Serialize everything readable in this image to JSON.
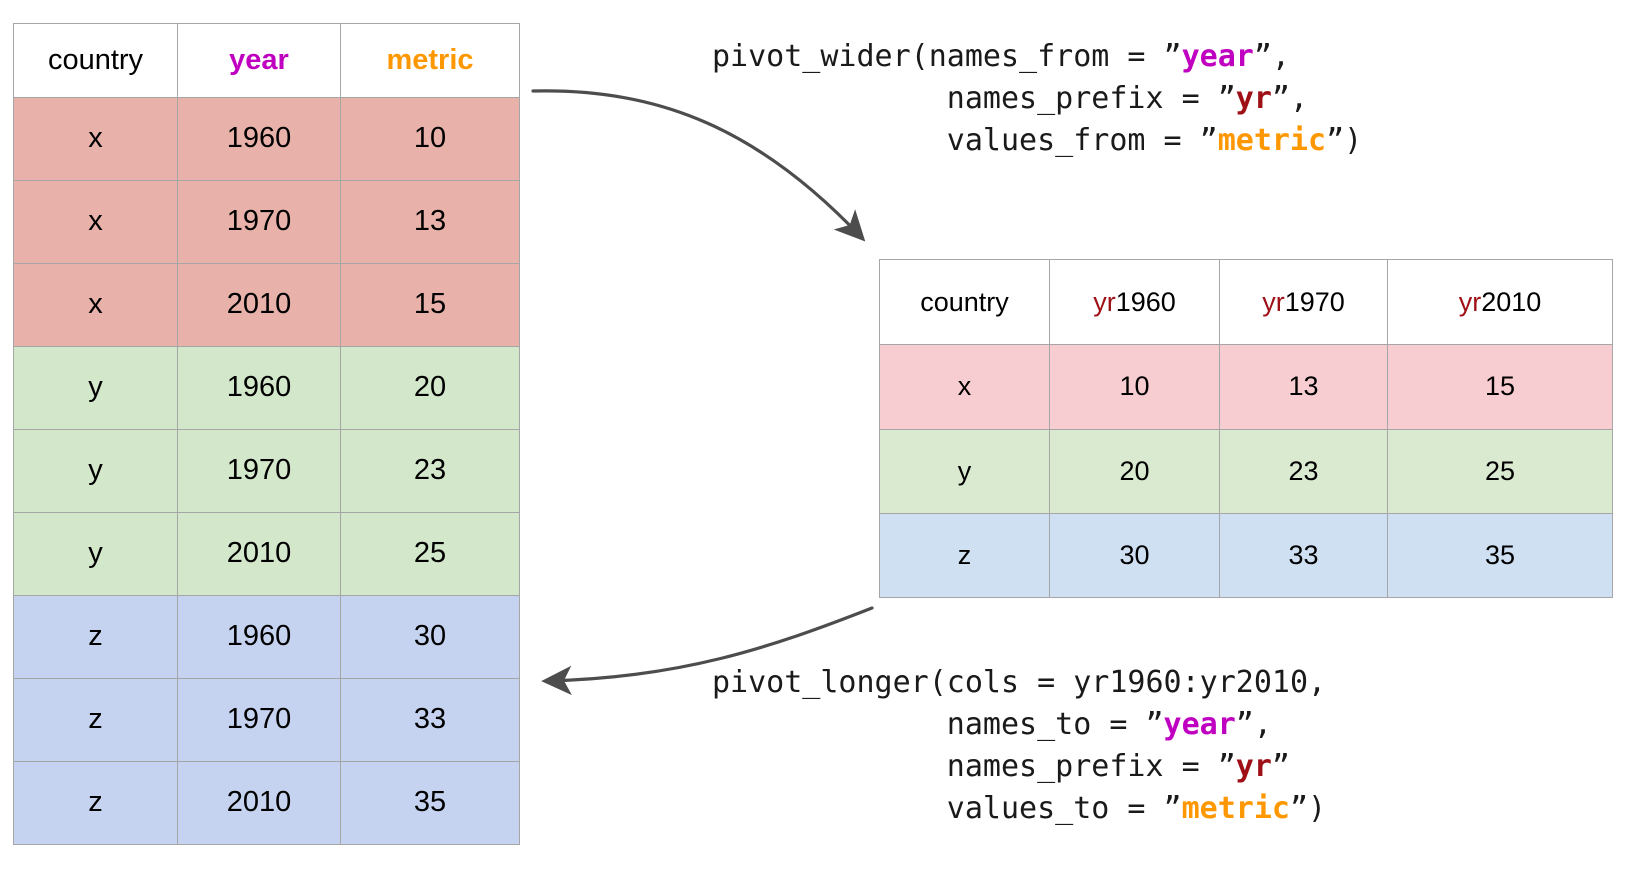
{
  "long_table": {
    "name": "long-format-table",
    "columns": [
      {
        "label": "country",
        "style": "plain"
      },
      {
        "label": "year",
        "style": "year"
      },
      {
        "label": "metric",
        "style": "metric"
      }
    ],
    "rows": [
      {
        "group": "x",
        "country": "x",
        "year": "1960",
        "metric": "10"
      },
      {
        "group": "x",
        "country": "x",
        "year": "1970",
        "metric": "13"
      },
      {
        "group": "x",
        "country": "x",
        "year": "2010",
        "metric": "15"
      },
      {
        "group": "y",
        "country": "y",
        "year": "1960",
        "metric": "20"
      },
      {
        "group": "y",
        "country": "y",
        "year": "1970",
        "metric": "23"
      },
      {
        "group": "y",
        "country": "y",
        "year": "2010",
        "metric": "25"
      },
      {
        "group": "z",
        "country": "z",
        "year": "1960",
        "metric": "30"
      },
      {
        "group": "z",
        "country": "z",
        "year": "1970",
        "metric": "33"
      },
      {
        "group": "z",
        "country": "z",
        "year": "2010",
        "metric": "35"
      }
    ]
  },
  "wide_table": {
    "name": "wide-format-table",
    "columns": [
      {
        "prefix": "",
        "label": "country"
      },
      {
        "prefix": "yr",
        "label": "1960"
      },
      {
        "prefix": "yr",
        "label": "1970"
      },
      {
        "prefix": "yr",
        "label": "2010"
      }
    ],
    "rows": [
      {
        "group": "x",
        "country": "x",
        "yr1960": "10",
        "yr1970": "13",
        "yr2010": "15"
      },
      {
        "group": "y",
        "country": "y",
        "yr1960": "20",
        "yr1970": "23",
        "yr2010": "25"
      },
      {
        "group": "z",
        "country": "z",
        "yr1960": "30",
        "yr1970": "33",
        "yr2010": "35"
      }
    ]
  },
  "code_pivot_wider": {
    "name": "pivot-wider-code",
    "l1_pre": "pivot_wider(names_from = ",
    "l1_str": "year",
    "l1_post": ",",
    "l2_pre": "             names_prefix = ",
    "l2_str": "yr",
    "l2_post": ",",
    "l3_pre": "             values_from = ",
    "l3_str": "metric",
    "l3_post": ")",
    "quote_open": "”",
    "quote_close": "”"
  },
  "code_pivot_longer": {
    "name": "pivot-longer-code",
    "l1_pre": "pivot_longer(cols = yr1960:yr2010,",
    "l2_pre": "             names_to = ",
    "l2_str": "year",
    "l2_post": ",",
    "l3_pre": "             names_prefix = ",
    "l3_str": "yr",
    "l3_post": "",
    "l4_pre": "             values_to = ",
    "l4_str": "metric",
    "l4_post": ")",
    "quote_open": "”",
    "quote_close": "”"
  },
  "arrows": {
    "top": {
      "name": "pivot-wider-arrow",
      "direction": "left-to-right"
    },
    "bottom": {
      "name": "pivot-longer-arrow",
      "direction": "right-to-left"
    }
  },
  "colors": {
    "group_x_long": "#e8b2aa",
    "group_y_long": "#d3e7cb",
    "group_z_long": "#c5d3f0",
    "group_x_wide": "#f8cdd1",
    "group_y_wide": "#d9ead0",
    "group_z_wide": "#cfe0f2",
    "accent_year": "#c000c0",
    "accent_metric": "#ff9800",
    "accent_prefix": "#9e0f16",
    "border": "#a6a6a6",
    "arrow": "#4d4d4d"
  }
}
